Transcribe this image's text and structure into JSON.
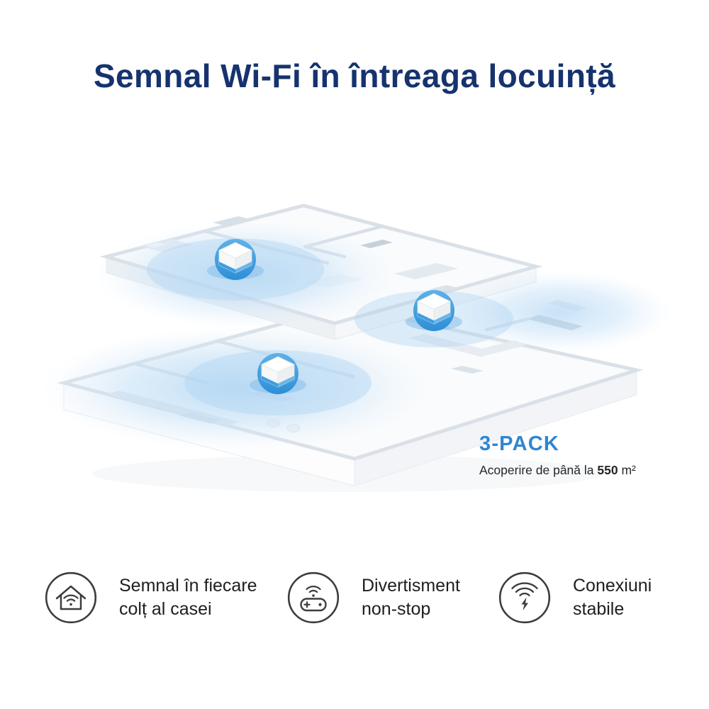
{
  "title": {
    "text": "Semnal Wi-Fi în întreaga locuință",
    "color": "#16336e"
  },
  "pack": {
    "label": "3-PACK",
    "coverage_prefix": "Acoperire de până la",
    "coverage_value": "550",
    "coverage_unit": "m²",
    "accent_color": "#2e86d2"
  },
  "illustration": {
    "type": "isometric-home-wifi-coverage",
    "device_count": 3,
    "coverage_color": "#c7e2f8",
    "device_color": "#2e8fd6"
  },
  "features": [
    {
      "icon": "house-wifi-icon",
      "lines": [
        "Semnal în fiecare",
        "colț al casei"
      ]
    },
    {
      "icon": "gamepad-wifi-icon",
      "lines": [
        "Divertisment",
        "non-stop"
      ]
    },
    {
      "icon": "wifi-bolt-icon",
      "lines": [
        "Conexiuni",
        "stabile"
      ]
    }
  ]
}
